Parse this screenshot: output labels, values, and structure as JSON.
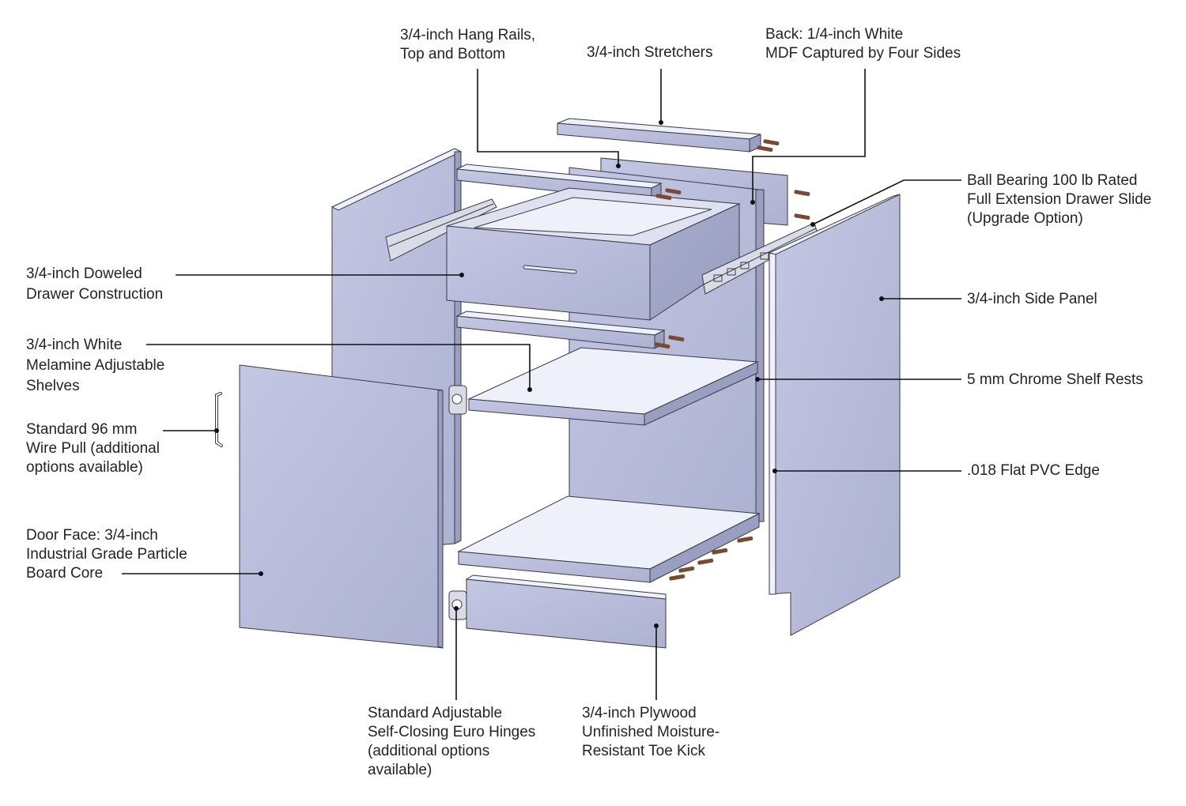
{
  "diagram": {
    "colors": {
      "panel": "#b3b7d6",
      "panel_light": "#c5c9e5",
      "panel_dark": "#9a9ec0",
      "edge_white": "#eef0fa",
      "outline": "#3a3a44",
      "leader": "#111111",
      "text": "#232323",
      "dowel": "#7a4a2e",
      "metal": "#d9dbe6"
    },
    "callouts": {
      "hang_rails": {
        "lines": [
          "3/4-inch Hang Rails,",
          "Top and Bottom"
        ]
      },
      "stretchers": {
        "lines": [
          "3/4-inch Stretchers"
        ]
      },
      "back": {
        "lines": [
          "Back: 1/4-inch White",
          "MDF Captured by Four Sides"
        ]
      },
      "drawer_slide": {
        "lines": [
          "Ball Bearing 100 lb Rated",
          "Full Extension Drawer Slide",
          "(Upgrade Option)"
        ]
      },
      "drawer_construction": {
        "lines": [
          "3/4-inch Doweled",
          "Drawer Construction"
        ]
      },
      "side_panel": {
        "lines": [
          "3/4-inch Side Panel"
        ]
      },
      "shelves": {
        "lines": [
          "3/4-inch White",
          "Melamine Adjustable",
          "Shelves"
        ]
      },
      "shelf_rests": {
        "lines": [
          "5 mm Chrome Shelf Rests"
        ]
      },
      "wire_pull": {
        "lines": [
          "Standard 96 mm",
          "Wire Pull (additional",
          "options available)"
        ]
      },
      "pvc_edge": {
        "lines": [
          ".018 Flat PVC Edge"
        ]
      },
      "door_face": {
        "lines": [
          "Door Face: 3/4-inch",
          "Industrial Grade Particle",
          "Board Core"
        ]
      },
      "hinges": {
        "lines": [
          "Standard Adjustable",
          "Self-Closing Euro Hinges",
          "(additional options",
          "available)"
        ]
      },
      "toe_kick": {
        "lines": [
          "3/4-inch Plywood",
          "Unfinished Moisture-",
          "Resistant Toe Kick"
        ]
      }
    }
  }
}
